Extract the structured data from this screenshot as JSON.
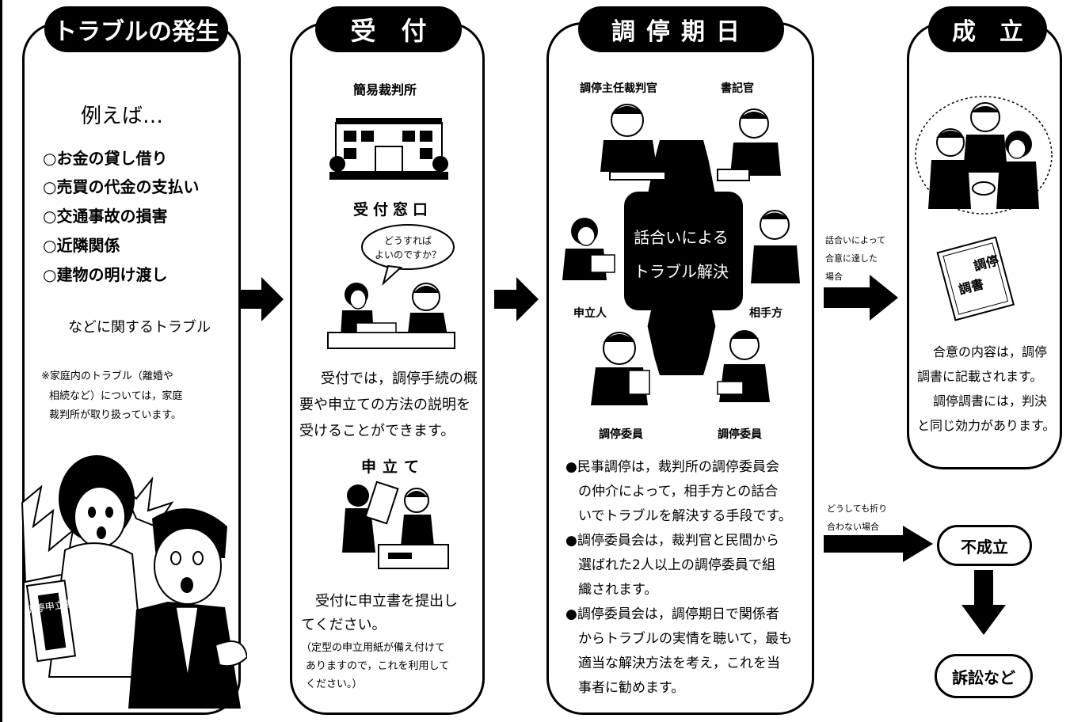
{
  "panels": {
    "trouble": {
      "title": "トラブルの発生",
      "example_heading": "例えば…",
      "items": [
        "○お金の貸し借り",
        "○売買の代金の支払い",
        "○交通事故の損害",
        "○近隣関係",
        "○建物の明け渡し"
      ],
      "footer": "などに関するトラブル",
      "note": [
        "※家庭内のトラブル（離婚や",
        "相続など）については，家庭",
        "裁判所が取り扱っています。"
      ]
    },
    "reception": {
      "title": "受　付",
      "court_label": "簡易裁判所",
      "window_label": "受付窓口",
      "speech_bubble": [
        "どうすれば",
        "よいのですか？"
      ],
      "reception_text": [
        "受付では，調停手続の概",
        "要や申立ての方法の説明を",
        "受けることができます。"
      ],
      "filing_label": "申立て",
      "filing_text": [
        "受付に申立書を提出し",
        "てください。"
      ],
      "filing_note": [
        "（定型の申立用紙が備え付けて",
        "ありますので，これを利用して",
        "ください。）"
      ]
    },
    "mediation": {
      "title": "調停期日",
      "judge_label": "調停主任裁判官",
      "clerk_label": "書記官",
      "applicant_label": "申立人",
      "respondent_label": "相手方",
      "member1_label": "調停委員",
      "member2_label": "調停委員",
      "center_text": [
        "話合いによる",
        "トラブル解決"
      ],
      "desc": [
        "●民事調停は，裁判所の調停委員会",
        "の仲介によって，相手方との話合",
        "いでトラブルを解決する手段です。",
        "●調停委員会は，裁判官と民間から",
        "選ばれた2人以上の調停委員で組",
        "織されます。",
        "●調停委員会は，調停期日で関係者",
        "からトラブルの実情を聴いて，最も",
        "適当な解決方法を考え，これを当",
        "事者に勧めます。"
      ]
    },
    "success": {
      "title": "成　立",
      "document_text": [
        "調停",
        "調書"
      ],
      "desc": [
        "合意の内容は，調停",
        "調書に記載されます。",
        "調停調書には，判決",
        "と同じ効力があります。"
      ]
    }
  },
  "arrows": {
    "agreement_label": [
      "話合いによって",
      "合意に達した",
      "場合"
    ],
    "no_agreement_label": [
      "どうしても折り",
      "合わない場合"
    ]
  },
  "outcomes": {
    "failure": "不成立",
    "lawsuit": "訴訟など"
  },
  "document_badge": "調停申立書"
}
